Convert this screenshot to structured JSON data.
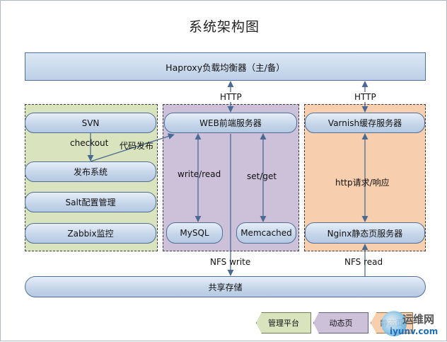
{
  "title": "系统架构图",
  "nodes": {
    "haproxy": "Haproxy负载均衡器（主/备）",
    "svn": "SVN",
    "publish": "发布系统",
    "salt": "Salt配置管理",
    "zabbix": "Zabbix监控",
    "web": "WEB前端服务器",
    "mysql": "MySQL",
    "memcached": "Memcached",
    "varnish": "Varnish缓存服务器",
    "nginx": "Nginx静态页服务器",
    "storage": "共享存储"
  },
  "edges": {
    "http_left": "HTTP",
    "http_right": "HTTP",
    "checkout": "checkout",
    "deploy": "代码发布",
    "write_read": "write/read",
    "set_get": "set/get",
    "http_req": "http请求/响应",
    "nfs_write": "NFS write",
    "nfs_read": "NFS read"
  },
  "legend": {
    "mgmt": "管理平台",
    "dynamic": "动态页",
    "static": "静态页"
  },
  "watermark": {
    "line1": "运维网",
    "line2": "iyunv.com"
  },
  "colors": {
    "mgmt_zone": "#d9e3bd",
    "dynamic_zone": "#cdc1da",
    "static_zone": "#f8cfae",
    "node_border": "#4f6f96",
    "arrow": "#4a6a94"
  }
}
